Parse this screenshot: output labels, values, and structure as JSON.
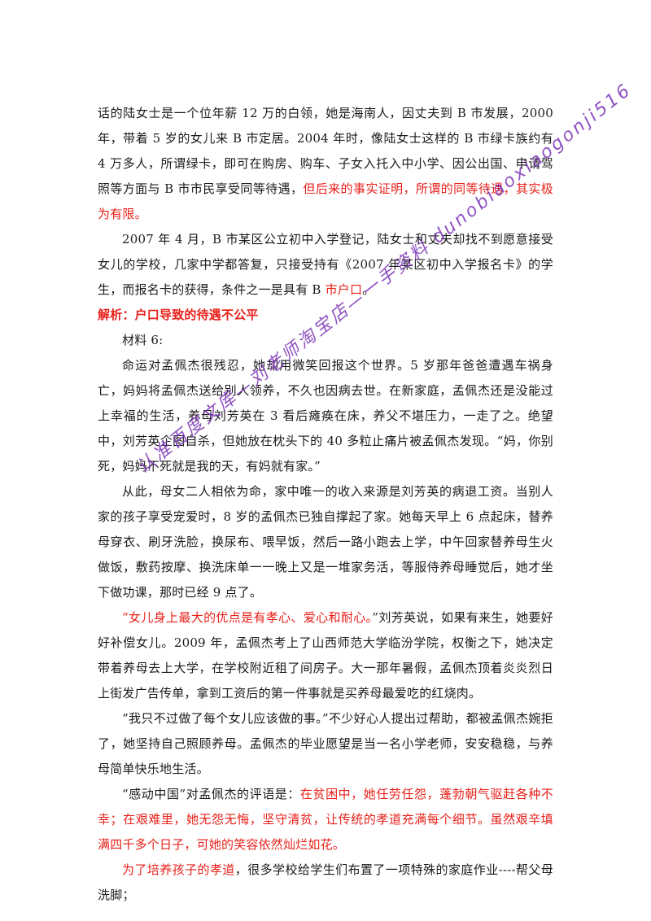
{
  "doc": {
    "p1_a": "话的陆女士是一个位年薪 12 万的白领，她是海南人，因丈夫到 B 市发展，2000 年，带着 5 岁的女儿来 B 市定居。2004 年时，像陆女士这样的 B 市绿卡族约有 4 万多人，所谓绿卡，即可在购房、购车、子女入托入中小学、因公出国、申请驾照等方面与 B 市市民享受同等待遇，",
    "p1_red": "但后来的事实证明，所谓的同等待遇，其实极为有限。",
    "p2_a": "2007 年 4 月，B 市某区公立初中入学登记，陆女士和丈夫却找不到愿意接受女儿的学校，几家中学都答复，只接受持有《2007 年某区初中入学报名卡》的学生，而报名卡的获得，条件之一是具有 B ",
    "p2_red": "市户口",
    "p2_end": "。",
    "analysis": "解析：户口导致的待遇不公平",
    "material": "材料 6:",
    "p3": "命运对孟佩杰很残忍，她却用微笑回报这个世界。5 岁那年爸爸遭遇车祸身亡，妈妈将孟佩杰送给别人领养，不久也因病去世。在新家庭，孟佩杰还是没能过上幸福的生活，养母刘芳英在 3 看后瘫痪在床，养父不堪压力，一走了之。绝望中，刘芳英企图自杀，但她放在枕头下的 40 多粒止痛片被孟佩杰发现。“妈，你别死，妈妈不死就是我的天，有妈就有家。”",
    "p4": "从此，母女二人相依为命，家中唯一的收入来源是刘芳英的病退工资。当别人家的孩子享受宠爱时，8 岁的孟佩杰已独自撑起了家。她每天早上 6 点起床，替养母穿衣、刷牙洗脸，换尿布、喂早饭，然后一路小跑去上学，中午回家替养母生火做饭，敷药按摩、换洗床单一一晚上又是一堆家务活，等服侍养母睡觉后，她才坐下做功课，那时已经 9 点了。",
    "p5_q1": "“",
    "p5_red": "女儿身上最大的优点是有孝心、爱心和耐心。",
    "p5_rest": "”刘芳英说，如果有来生，她要好好补偿女儿。2009 年，孟佩杰考上了山西师范大学临汾学院，权衡之下，她决定带着养母去上大学，在学校附近租了间房子。大一那年暑假，孟佩杰顶着炎炎烈日上街发广告传单，拿到工资后的第一件事就是买养母最爱吃的红烧肉。",
    "p6": "“我只不过做了每个女儿应该做的事。”不少好心人提出过帮助，都被孟佩杰婉拒了，她坚持自己照顾养母。孟佩杰的毕业愿望是当一名小学老师，安安稳稳，与养母简单快乐地生活。",
    "p7_a": "“感动中国”对孟佩杰的评语是：",
    "p7_red": "在贫困中，她任劳任怨，蓬勃朝气驱赶各种不幸；在艰难里，她无怨无悔，坚守清贫，让传统的孝道充满每个细节。虽然艰辛填满四千多个日子，可她的笑容依然灿烂如花。",
    "p8_red": "为了培养孩子的孝道",
    "p8_rest": "，很多学校给学生们布置了一项特殊的家庭作业----帮父母洗脚；"
  },
  "watermark": {
    "text": "认准百度文库—刘老师淘宝店—一手资料 dunobiaoxiaogonji516"
  }
}
